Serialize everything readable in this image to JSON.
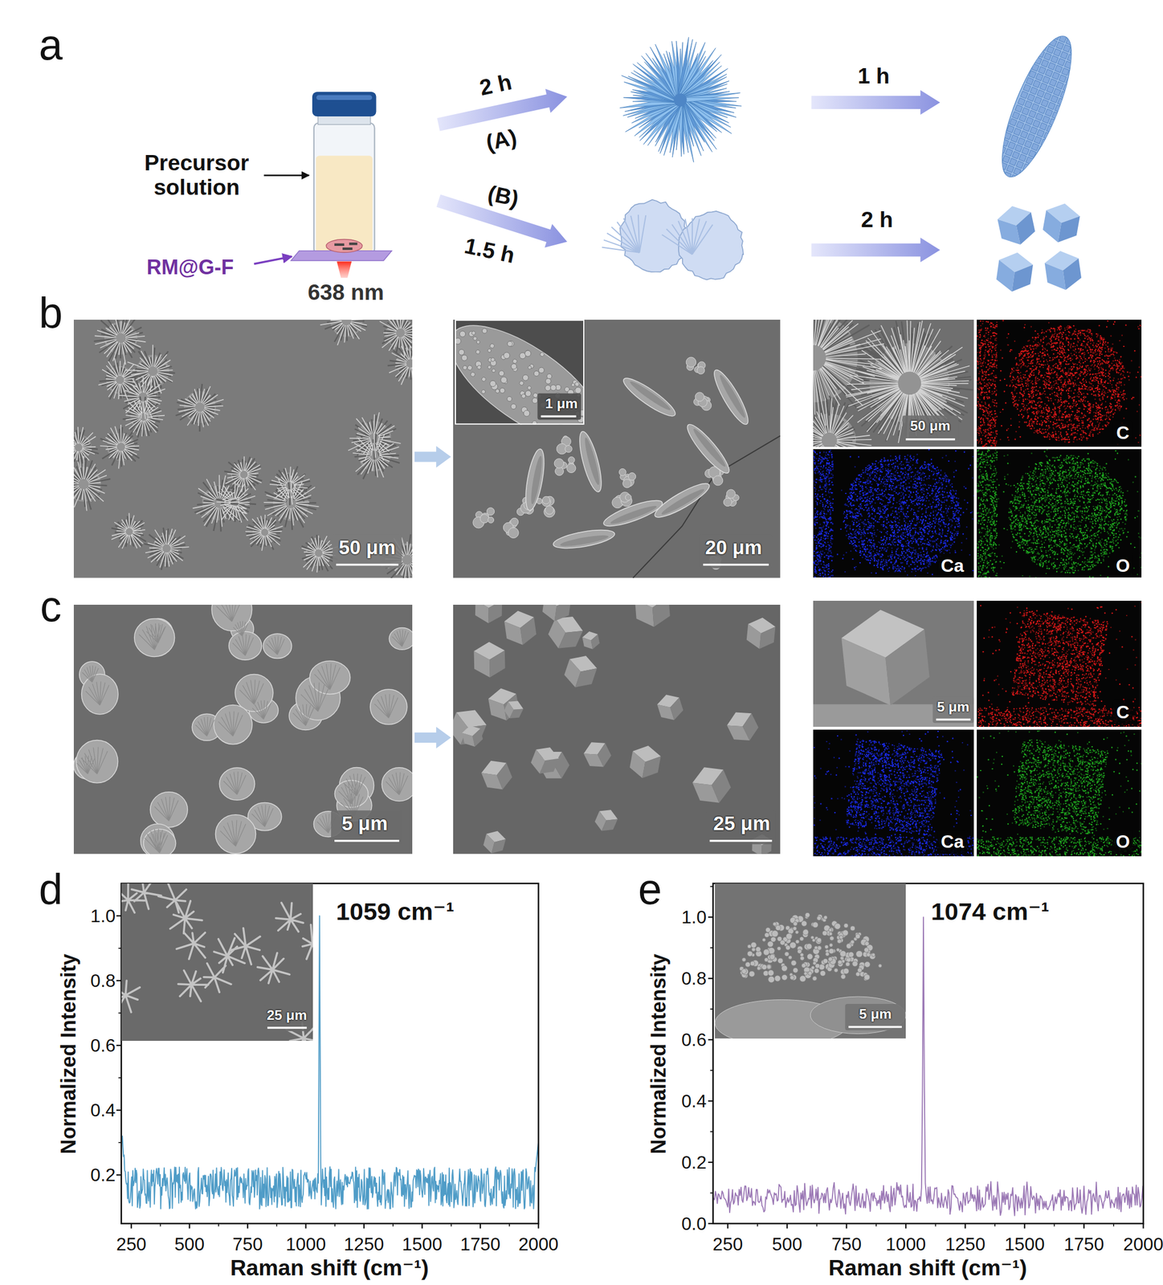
{
  "diagram": {
    "nodes": [
      {
        "text": [
          "50 μm"
        ]
      },
      {
        "text": [
          "20 μm"
        ]
      },
      {
        "text": [
          "1 μm"
        ],
        "in": 1
      },
      {
        "text": [
          "50 μm"
        ]
      },
      {
        "text": [
          "C"
        ]
      },
      {
        "text": [
          "Ca"
        ]
      },
      {
        "text": [
          "O"
        ]
      },
      {
        "text": [
          "5 μm"
        ]
      },
      {
        "text": [
          "25 μm"
        ]
      },
      {
        "text": [
          "5 μm"
        ]
      },
      {
        "text": [
          "C"
        ]
      },
      {
        "text": [
          "Ca"
        ]
      },
      {
        "text": [
          "O"
        ]
      },
      {
        "text": [
          "25 μm"
        ]
      },
      {
        "text": [
          "5 μm"
        ]
      }
    ],
    "edges": [
      {
        "from": 0,
        "to": 1,
        "arrow": "to"
      },
      {
        "from": 7,
        "to": 8,
        "arrow": "to"
      }
    ],
    "labels": [
      "a",
      "Precursor solution",
      "RM@G-F",
      "638 nm",
      "2 h",
      "(A)",
      "(B)",
      "1.5 h",
      "1 h",
      "2 h",
      "b",
      "c",
      "d",
      "1059 cm⁻¹",
      "Normalized Intensity",
      "0.2",
      "0.4",
      "0.6",
      "0.8",
      "1.0",
      "250",
      "500",
      "750",
      "1000",
      "1250",
      "1500",
      "1750",
      "2000",
      "Raman shift (cm⁻¹)",
      "e",
      "1074 cm⁻¹",
      "Normalized Intensity",
      "0.0",
      "0.2",
      "0.4",
      "0.6",
      "0.8",
      "1.0",
      "250",
      "500",
      "750",
      "1000",
      "1250",
      "1500",
      "1750",
      "2000",
      "Raman shift (cm⁻¹)"
    ]
  }
}
